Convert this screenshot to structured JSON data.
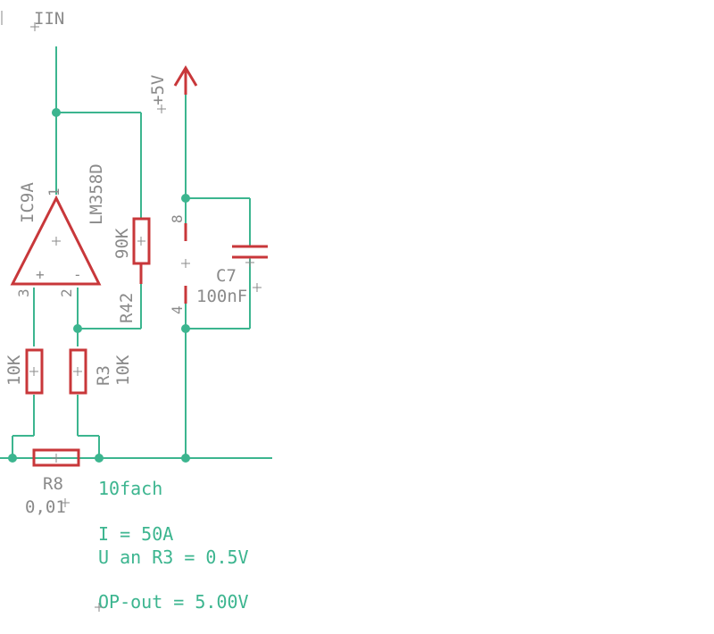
{
  "net_labels": {
    "iin": "IIN",
    "vplus": "+5V"
  },
  "opamp": {
    "name": "IC9A",
    "value": "LM358D",
    "pin_out": "1",
    "pin_noninv": "3",
    "pin_inv": "2",
    "plus_sign": "+",
    "minus_sign": "-"
  },
  "power_pins": {
    "pin_v": "8",
    "pin_g": "4"
  },
  "resistors": {
    "r42": {
      "name": "R42",
      "value": "90K"
    },
    "r_left": {
      "value": "10K"
    },
    "r3": {
      "name": "R3",
      "value": "10K"
    },
    "r8": {
      "name": "R8",
      "value": "0,01"
    }
  },
  "capacitor": {
    "name": "C7",
    "value": "100nF"
  },
  "notes": {
    "gain": "10fach",
    "current": "I = 50A",
    "voltage": "U an R3 = 0.5V",
    "output": "OP-out = 5.00V"
  }
}
